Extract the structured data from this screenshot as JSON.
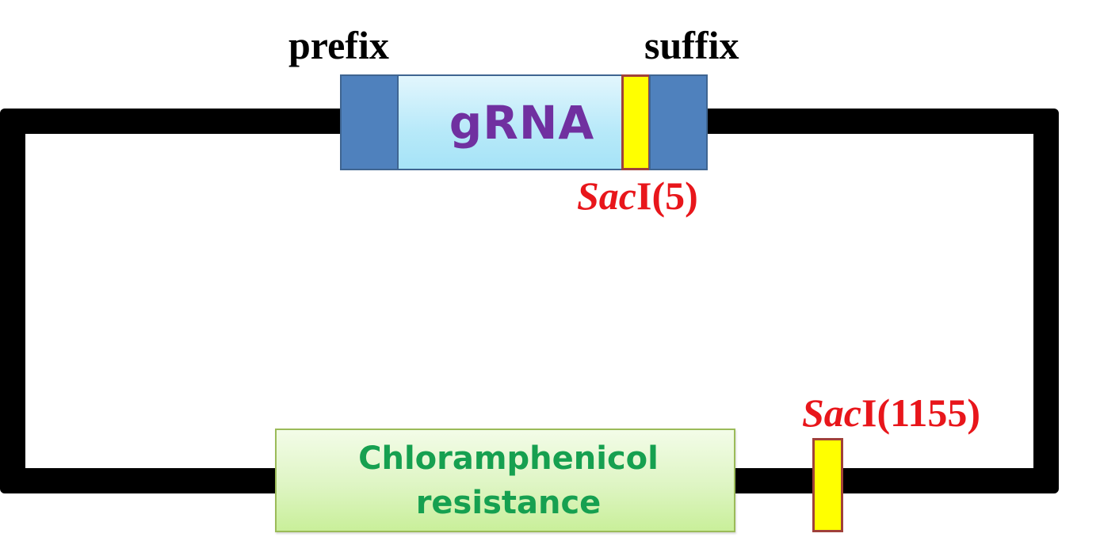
{
  "labels": {
    "prefix": "prefix",
    "suffix": "suffix"
  },
  "cassette": {
    "insert": "gRNA"
  },
  "restriction_sites": [
    {
      "enzyme_italic": "Sac",
      "enzyme_suffix": "I",
      "position": "(5)"
    },
    {
      "enzyme_italic": "Sac",
      "enzyme_suffix": "I",
      "position": "(1155)"
    }
  ],
  "marker": {
    "line1": "Chloramphenicol",
    "line2": "resistance"
  },
  "colors": {
    "backbone": "#000000",
    "prefix_suffix": "#4f81bd",
    "grna_fill": "#b7e9f9",
    "grna_text": "#7030a0",
    "restriction_site_fill": "#ffff00",
    "restriction_site_border": "#a0413a",
    "restriction_label": "#e8161b",
    "marker_fill": "#def5c3",
    "marker_text": "#16a050"
  }
}
